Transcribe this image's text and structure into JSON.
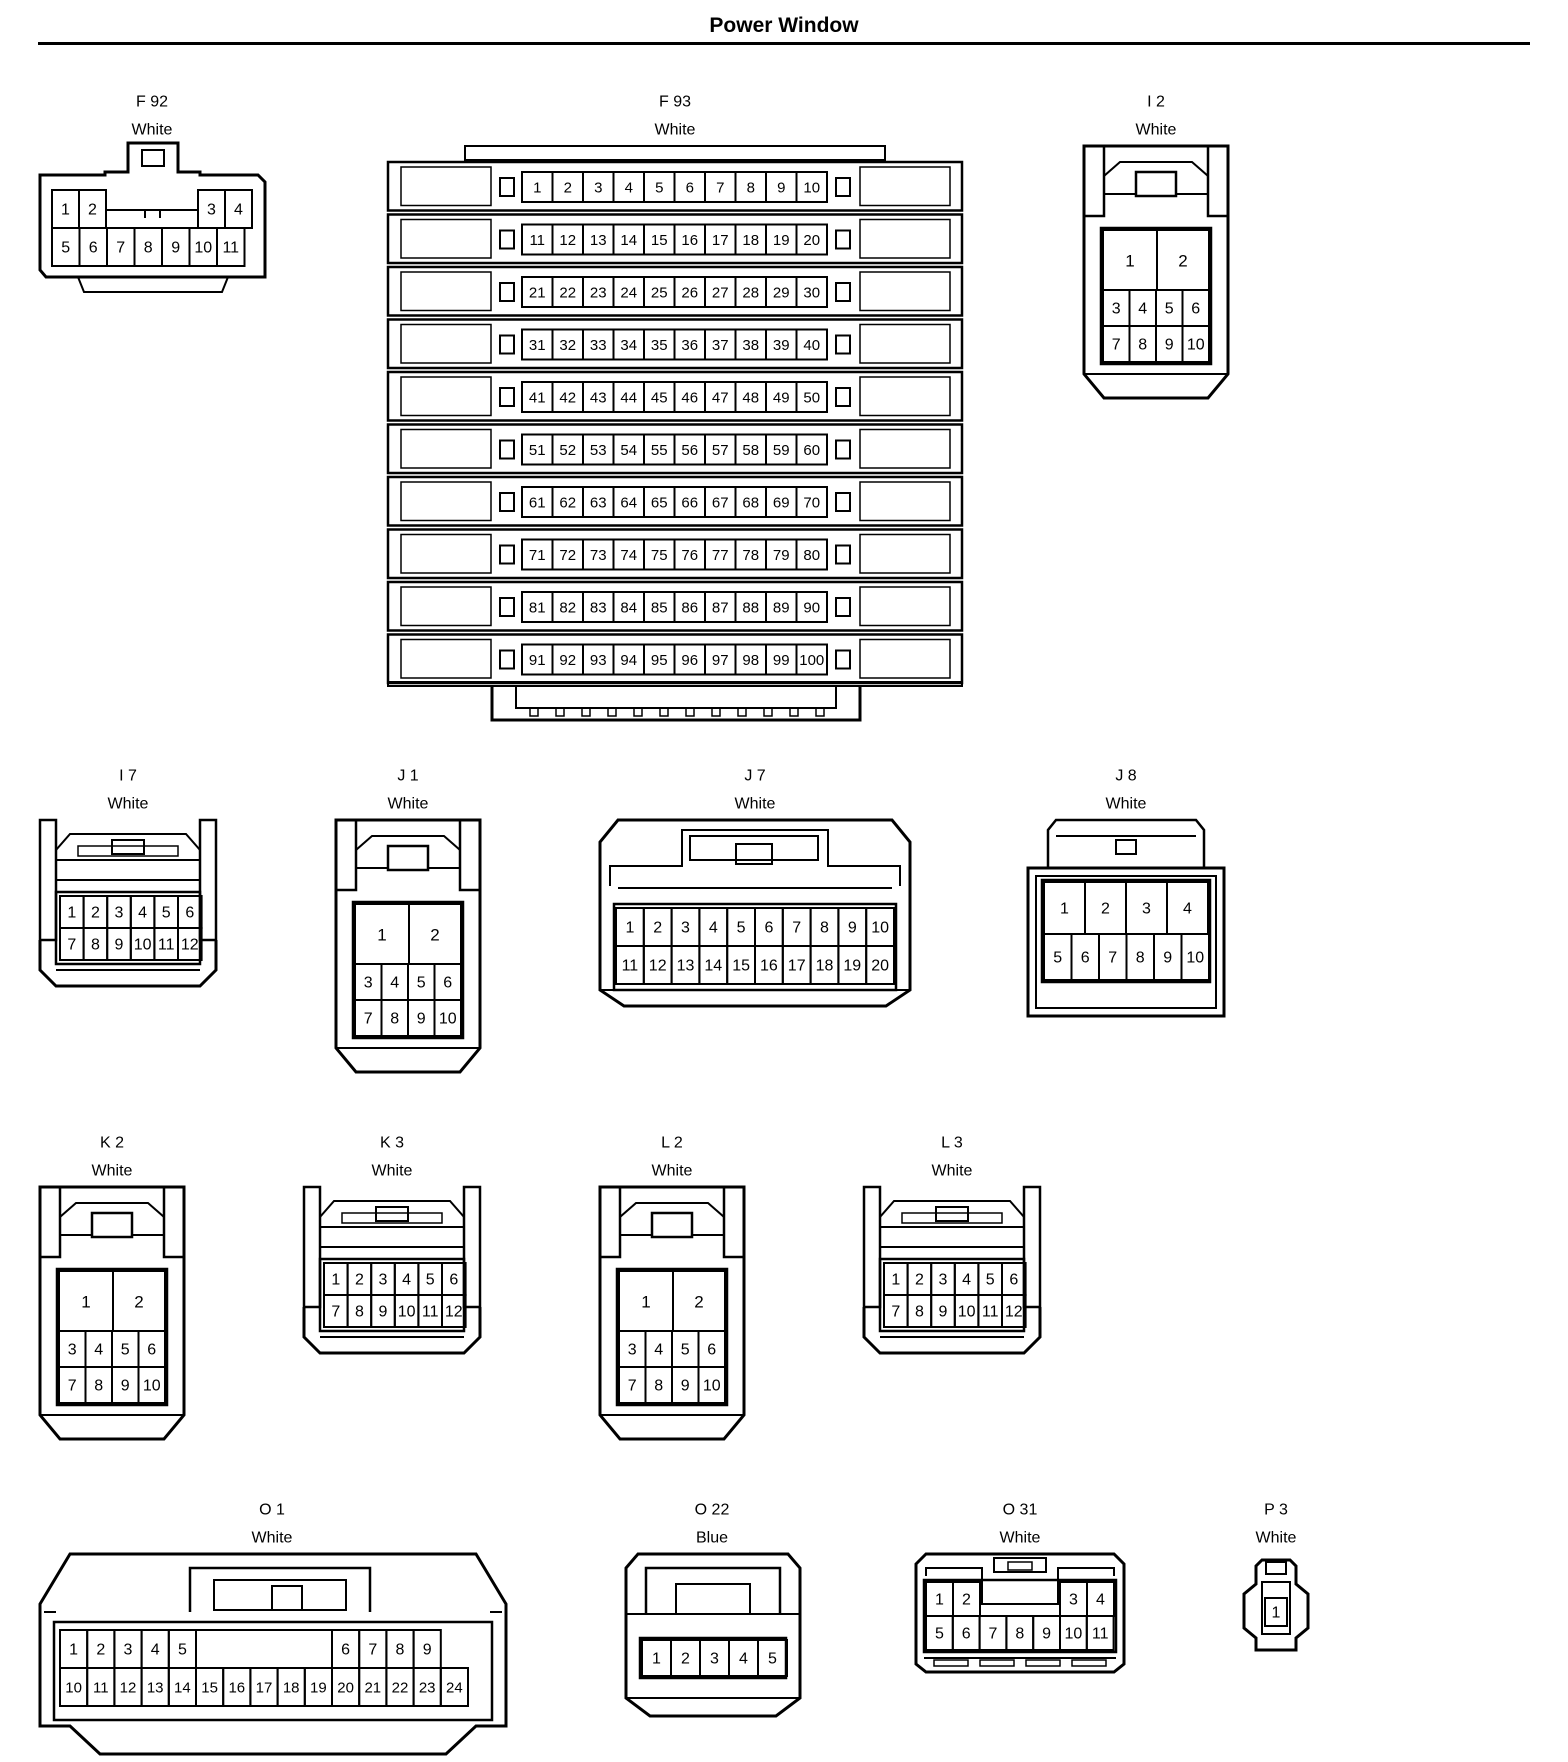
{
  "title": "Power Window",
  "connectors": {
    "F92": {
      "code": "F 92",
      "color": "White",
      "rows": [
        [
          "1",
          "2",
          "3",
          "4"
        ],
        [
          "5",
          "6",
          "7",
          "8",
          "9",
          "10",
          "11"
        ]
      ]
    },
    "F93": {
      "code": "F 93",
      "color": "White",
      "pins": [
        "1",
        "2",
        "3",
        "4",
        "5",
        "6",
        "7",
        "8",
        "9",
        "10",
        "11",
        "12",
        "13",
        "14",
        "15",
        "16",
        "17",
        "18",
        "19",
        "20",
        "21",
        "22",
        "23",
        "24",
        "25",
        "26",
        "27",
        "28",
        "29",
        "30",
        "31",
        "32",
        "33",
        "34",
        "35",
        "36",
        "37",
        "38",
        "39",
        "40",
        "41",
        "42",
        "43",
        "44",
        "45",
        "46",
        "47",
        "48",
        "49",
        "50",
        "51",
        "52",
        "53",
        "54",
        "55",
        "56",
        "57",
        "58",
        "59",
        "60",
        "61",
        "62",
        "63",
        "64",
        "65",
        "66",
        "67",
        "68",
        "69",
        "70",
        "71",
        "72",
        "73",
        "74",
        "75",
        "76",
        "77",
        "78",
        "79",
        "80",
        "81",
        "82",
        "83",
        "84",
        "85",
        "86",
        "87",
        "88",
        "89",
        "90",
        "91",
        "92",
        "93",
        "94",
        "95",
        "96",
        "97",
        "98",
        "99",
        "100"
      ]
    },
    "I2": {
      "code": "I 2",
      "color": "White",
      "rows": [
        [
          "1",
          "2"
        ],
        [
          "3",
          "4",
          "5",
          "6"
        ],
        [
          "7",
          "8",
          "9",
          "10"
        ]
      ]
    },
    "I7": {
      "code": "I 7",
      "color": "White",
      "rows": [
        [
          "1",
          "2",
          "3",
          "4",
          "5",
          "6"
        ],
        [
          "7",
          "8",
          "9",
          "10",
          "11",
          "12"
        ]
      ]
    },
    "J1": {
      "code": "J 1",
      "color": "White",
      "rows": [
        [
          "1",
          "2"
        ],
        [
          "3",
          "4",
          "5",
          "6"
        ],
        [
          "7",
          "8",
          "9",
          "10"
        ]
      ]
    },
    "J7": {
      "code": "J 7",
      "color": "White",
      "rows": [
        [
          "1",
          "2",
          "3",
          "4",
          "5",
          "6",
          "7",
          "8",
          "9",
          "10"
        ],
        [
          "11",
          "12",
          "13",
          "14",
          "15",
          "16",
          "17",
          "18",
          "19",
          "20"
        ]
      ]
    },
    "J8": {
      "code": "J 8",
      "color": "White",
      "rows": [
        [
          "1",
          "2",
          "3",
          "4"
        ],
        [
          "5",
          "6",
          "7",
          "8",
          "9",
          "10"
        ]
      ]
    },
    "K2": {
      "code": "K 2",
      "color": "White",
      "rows": [
        [
          "1",
          "2"
        ],
        [
          "3",
          "4",
          "5",
          "6"
        ],
        [
          "7",
          "8",
          "9",
          "10"
        ]
      ]
    },
    "K3": {
      "code": "K 3",
      "color": "White",
      "rows": [
        [
          "1",
          "2",
          "3",
          "4",
          "5",
          "6"
        ],
        [
          "7",
          "8",
          "9",
          "10",
          "11",
          "12"
        ]
      ]
    },
    "L2": {
      "code": "L 2",
      "color": "White",
      "rows": [
        [
          "1",
          "2"
        ],
        [
          "3",
          "4",
          "5",
          "6"
        ],
        [
          "7",
          "8",
          "9",
          "10"
        ]
      ]
    },
    "L3": {
      "code": "L 3",
      "color": "White",
      "rows": [
        [
          "1",
          "2",
          "3",
          "4",
          "5",
          "6"
        ],
        [
          "7",
          "8",
          "9",
          "10",
          "11",
          "12"
        ]
      ]
    },
    "O1": {
      "code": "O 1",
      "color": "White",
      "rows": [
        [
          "1",
          "2",
          "3",
          "4",
          "5",
          "6",
          "7",
          "8",
          "9"
        ],
        [
          "10",
          "11",
          "12",
          "13",
          "14",
          "15",
          "16",
          "17",
          "18",
          "19",
          "20",
          "21",
          "22",
          "23",
          "24"
        ]
      ]
    },
    "O22": {
      "code": "O 22",
      "color": "Blue",
      "rows": [
        [
          "1",
          "2",
          "3",
          "4",
          "5"
        ]
      ]
    },
    "O31": {
      "code": "O 31",
      "color": "White",
      "rows": [
        [
          "1",
          "2",
          "3",
          "4"
        ],
        [
          "5",
          "6",
          "7",
          "8",
          "9",
          "10",
          "11"
        ]
      ]
    },
    "P3": {
      "code": "P 3",
      "color": "White",
      "rows": [
        [
          "1"
        ]
      ]
    }
  }
}
